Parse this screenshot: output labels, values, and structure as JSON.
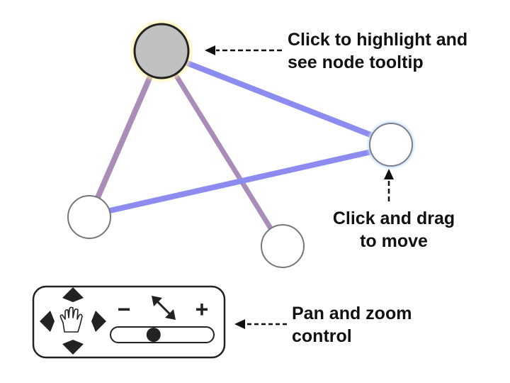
{
  "annotations": {
    "tooltip": {
      "lines": [
        "Click to highlight and",
        "see node tooltip"
      ]
    },
    "drag": {
      "lines": [
        "Click and drag",
        "to move"
      ]
    },
    "pan_zoom": {
      "lines": [
        "Pan and zoom",
        "control"
      ]
    }
  },
  "nav_control": {
    "zoom_out_symbol": "−",
    "zoom_in_symbol": "+",
    "zoom_level": 0.4
  },
  "graph": {
    "nodes": [
      {
        "id": "top",
        "state": "highlighted"
      },
      {
        "id": "right",
        "state": "dragged"
      },
      {
        "id": "left",
        "state": "normal"
      },
      {
        "id": "bottom",
        "state": "normal"
      }
    ],
    "edges": [
      {
        "from": "top",
        "to": "left",
        "color": "#a98cb8"
      },
      {
        "from": "top",
        "to": "bottom",
        "color": "#a98cb8"
      },
      {
        "from": "top",
        "to": "right",
        "color": "#8c8cf0"
      },
      {
        "from": "left",
        "to": "right",
        "color": "#8c8cf0"
      }
    ]
  },
  "colors": {
    "highlight_glow": "#fff4a0",
    "node_fill": "#ffffff",
    "highlighted_fill": "#c0c0c0",
    "purple_edge": "#a98cb8",
    "blue_edge": "#8c8cf0"
  },
  "icons": [
    "pan-up-arrow-icon",
    "pan-down-arrow-icon",
    "pan-left-arrow-icon",
    "pan-right-arrow-icon",
    "hand-icon",
    "zoom-out-icon",
    "zoom-in-icon",
    "resize-arrows-icon",
    "dashed-arrow-icon"
  ]
}
